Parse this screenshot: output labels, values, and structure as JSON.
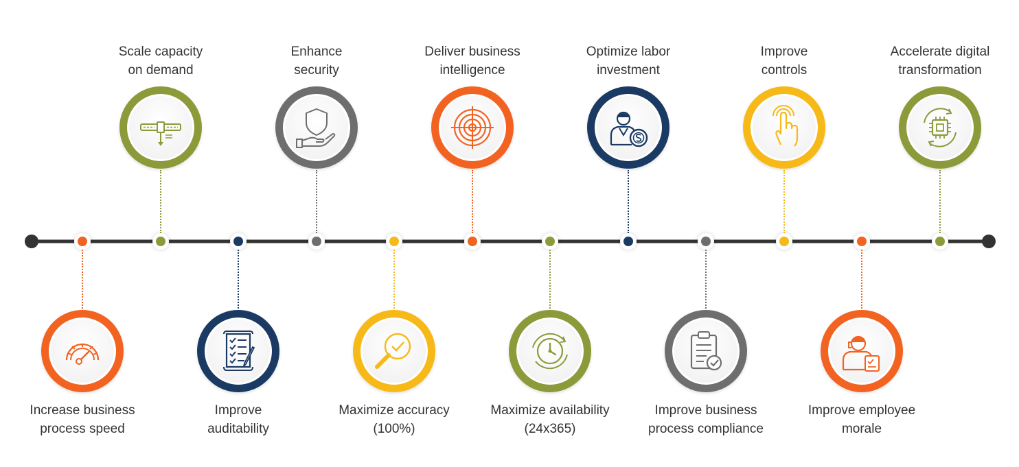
{
  "colors": {
    "orange": "#f26322",
    "green": "#8c9a3a",
    "navy": "#1b3a63",
    "gray": "#6e6e6e",
    "yellow": "#f7b918",
    "line": "#333333"
  },
  "milestones": [
    {
      "id": "process-speed",
      "position": "bottom",
      "lines": [
        "Increase business",
        "process speed"
      ],
      "color": "orange",
      "icon": "speedometer-icon"
    },
    {
      "id": "scale-capacity",
      "position": "top",
      "lines": [
        "Scale capacity",
        "on demand"
      ],
      "color": "green",
      "icon": "slider-icon"
    },
    {
      "id": "auditability",
      "position": "bottom",
      "lines": [
        "Improve",
        "auditability"
      ],
      "color": "navy",
      "icon": "checklist-scroll-icon"
    },
    {
      "id": "security",
      "position": "top",
      "lines": [
        "Enhance",
        "security"
      ],
      "color": "gray",
      "icon": "shield-hand-icon"
    },
    {
      "id": "accuracy",
      "position": "bottom",
      "lines": [
        "Maximize accuracy",
        "(100%)"
      ],
      "color": "yellow",
      "icon": "magnifier-check-icon"
    },
    {
      "id": "business-intelligence",
      "position": "top",
      "lines": [
        "Deliver business",
        "intelligence"
      ],
      "color": "orange",
      "icon": "target-icon"
    },
    {
      "id": "availability",
      "position": "bottom",
      "lines": [
        "Maximize availability",
        "(24x365)"
      ],
      "color": "green",
      "icon": "clock-cycle-icon"
    },
    {
      "id": "labor-investment",
      "position": "top",
      "lines": [
        "Optimize labor",
        "investment"
      ],
      "color": "navy",
      "icon": "worker-coin-icon"
    },
    {
      "id": "compliance",
      "position": "bottom",
      "lines": [
        "Improve business",
        "process compliance"
      ],
      "color": "gray",
      "icon": "clipboard-check-icon"
    },
    {
      "id": "controls",
      "position": "top",
      "lines": [
        "Improve",
        "controls"
      ],
      "color": "yellow",
      "icon": "touch-hand-icon"
    },
    {
      "id": "employee-morale",
      "position": "bottom",
      "lines": [
        "Improve employee",
        "morale"
      ],
      "color": "orange",
      "icon": "employee-icon"
    },
    {
      "id": "digital-transformation",
      "position": "top",
      "lines": [
        "Accelerate digital",
        "transformation"
      ],
      "color": "green",
      "icon": "chip-cycle-icon"
    }
  ]
}
